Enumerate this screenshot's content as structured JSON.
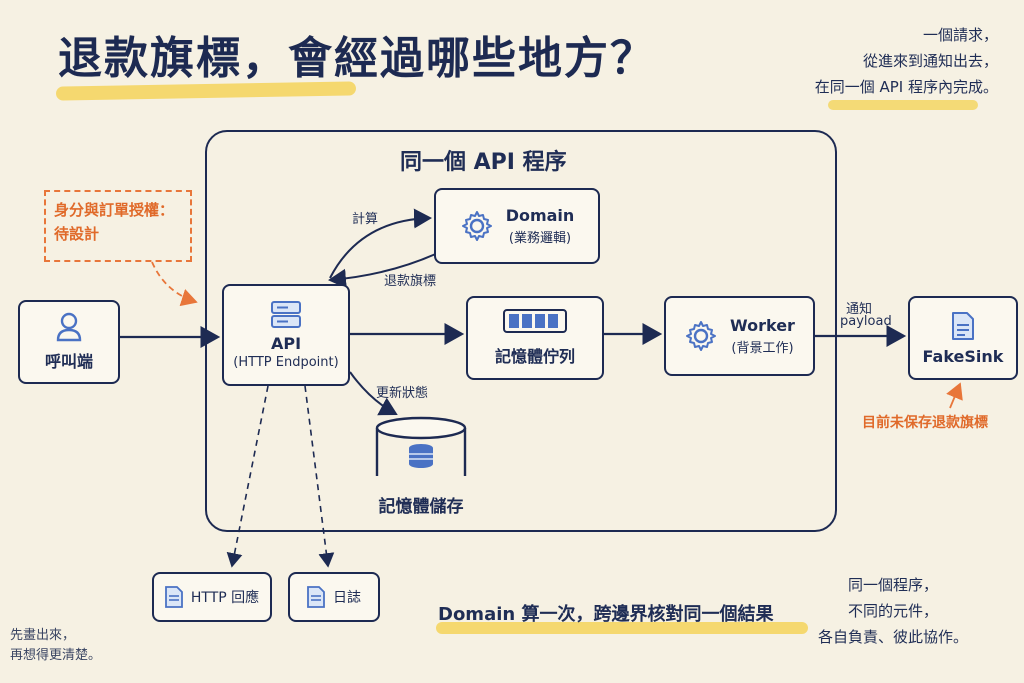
{
  "title": "退款旗標，會經過哪些地方？",
  "note_top_right": [
    "一個請求，",
    "從進來到通知出去，",
    "在同一個 API 程序內完成。"
  ],
  "container_label": "同一個  API 程序",
  "auth_note": [
    "身分與訂單授權：",
    "待設計"
  ],
  "caller": {
    "label": "呼叫端"
  },
  "api": {
    "label": "API",
    "sub": "(HTTP Endpoint)"
  },
  "domain": {
    "label": "Domain",
    "sub": "(業務邏輯)"
  },
  "queue": {
    "label": "記憶體佇列"
  },
  "worker": {
    "label": "Worker",
    "sub": "(背景工作)"
  },
  "sink": {
    "label": "FakeSink"
  },
  "storage": {
    "label": "記憶體儲存"
  },
  "http_response": {
    "label": "HTTP 回應"
  },
  "log": {
    "label": "日誌"
  },
  "edge_labels": {
    "compute": "計算",
    "refund_flag": "退款旗標",
    "update_status": "更新狀態",
    "notify": "通知",
    "payload": "payload"
  },
  "sink_note": "目前未保存退款旗標",
  "bottom_mid": "Domain 算一次，跨邊界核對同一個結果",
  "note_bottom_right": [
    "同一個程序，",
    "不同的元件，",
    "各自負責、彼此協作。"
  ],
  "note_bottom_left": [
    "先畫出來，",
    "再想得更清楚。"
  ],
  "colors": {
    "ink": "#1d2a52",
    "accent_orange": "#e8763a",
    "highlight": "#f4d45a",
    "background": "#f6f1e3",
    "icon_blue": "#4a72c4"
  }
}
